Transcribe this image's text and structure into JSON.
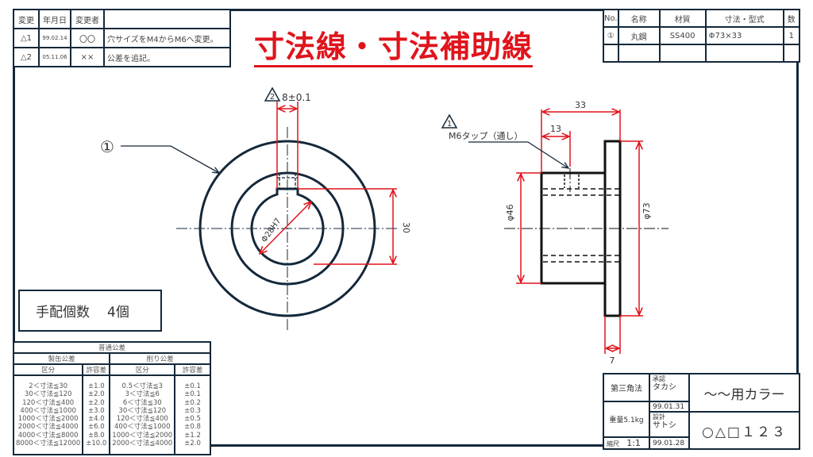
{
  "revision_table": {
    "headers": [
      "変更",
      "年月日",
      "変更者",
      ""
    ],
    "rows": [
      {
        "mark": "△1",
        "date": "99.02.14",
        "by": "〇〇",
        "note": "穴サイズをM4からM6へ変更。"
      },
      {
        "mark": "△2",
        "date": "05.11.06",
        "by": "××",
        "note": "公差を追記。"
      }
    ]
  },
  "title": "寸法線・寸法補助線",
  "parts_list": {
    "headers": [
      "No.",
      "名称",
      "材質",
      "寸法・型式",
      "数"
    ],
    "rows": [
      {
        "no": "①",
        "name": "丸鋼",
        "material": "SS400",
        "size": "Φ73×33",
        "qty": "1"
      }
    ]
  },
  "drawing": {
    "part_label": "①",
    "rev2_mark": "2",
    "keyway_width": "8±0.1",
    "bore": "Φ28H7",
    "key_depth": "30",
    "rev1_mark": "1",
    "tap_note": "M6タップ（通し）",
    "length_total": "33",
    "tap_position": "13",
    "hub_dia": "φ46",
    "flange_dia": "φ73",
    "flange_thickness": "7",
    "line_color": "#14283a",
    "dim_color": "#e0141c"
  },
  "quantity": {
    "label": "手配個数",
    "value": "4個"
  },
  "tolerance_table": {
    "title": "普通公差",
    "groups": [
      "製缶公差",
      "削り公差"
    ],
    "col_headers": [
      "区分",
      "許容差",
      "区分",
      "許容差"
    ],
    "fab_ranges": [
      "2＜寸法≦30",
      "30＜寸法≦120",
      "120＜寸法≦400",
      "400＜寸法≦1000",
      "1000＜寸法≦2000",
      "2000＜寸法≦4000",
      "4000＜寸法≦8000",
      "8000＜寸法≦12000"
    ],
    "fab_tol": [
      "±1.0",
      "±2.0",
      "±2.0",
      "±3.0",
      "±4.0",
      "±6.0",
      "±8.0",
      "±10.0"
    ],
    "mach_ranges": [
      "0.5＜寸法≦3",
      "3＜寸法≦6",
      "6＜寸法≦30",
      "30＜寸法≦120",
      "120＜寸法≦400",
      "400＜寸法≦1000",
      "1000＜寸法≦2000",
      "2000＜寸法≦4000"
    ],
    "mach_tol": [
      "±0.1",
      "±0.1",
      "±0.2",
      "±0.3",
      "±0.5",
      "±0.8",
      "±1.2",
      "±2.0"
    ]
  },
  "title_block": {
    "projection": "第三角法",
    "weight": "重量5.1kg",
    "scale_label": "縮尺",
    "scale": "1:1",
    "approved_label": "承認",
    "approved_by": "タカシ",
    "approved_date": "99.01.31",
    "designed_label": "設計",
    "designed_by": "サトシ",
    "designed_date": "99.01.28",
    "part_name": "～～用カラー",
    "drawing_no": "○△□１２３"
  }
}
